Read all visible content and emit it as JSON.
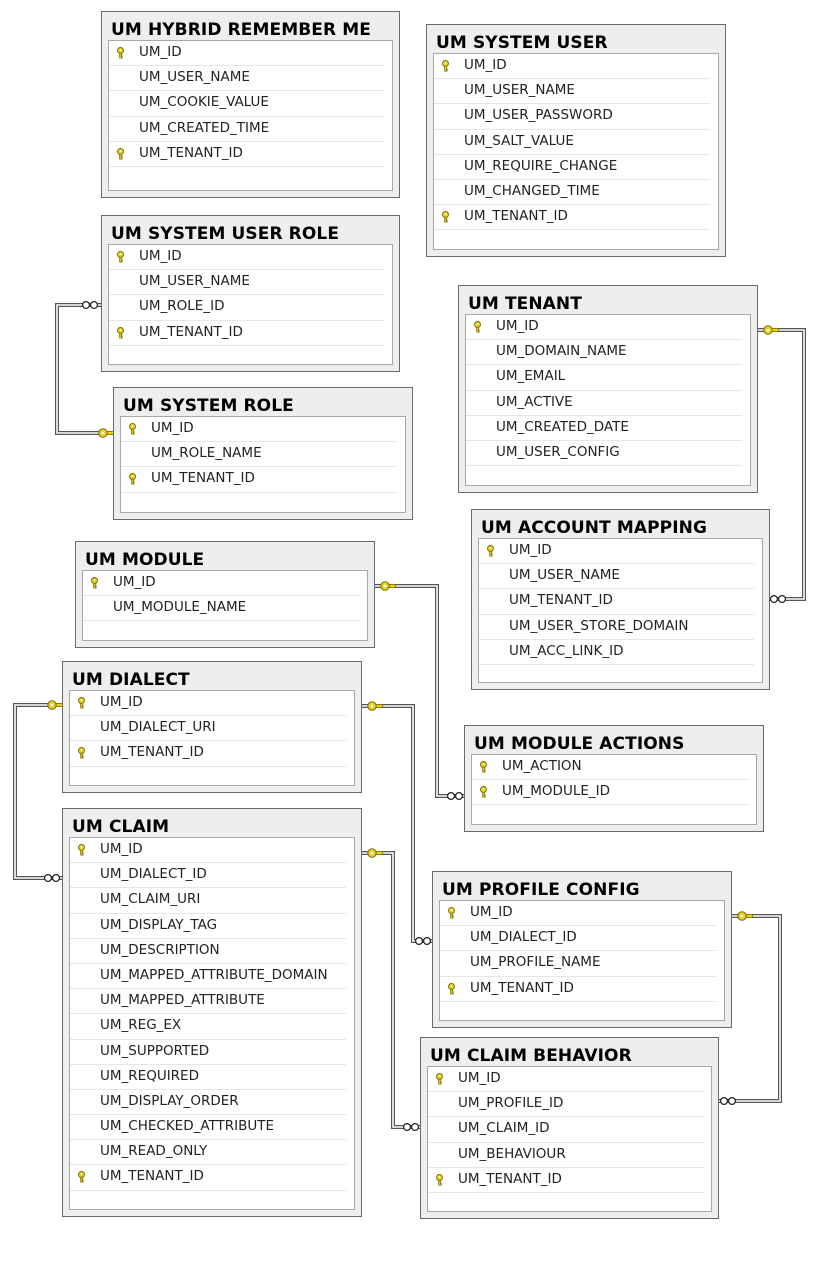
{
  "diagram": {
    "tables": [
      {
        "id": "hybrid",
        "name": "UM HYBRID REMEMBER ME",
        "columns": [
          {
            "name": "UM_ID",
            "pk": true
          },
          {
            "name": "UM_USER_NAME",
            "pk": false
          },
          {
            "name": "UM_COOKIE_VALUE",
            "pk": false
          },
          {
            "name": "UM_CREATED_TIME",
            "pk": false
          },
          {
            "name": "UM_TENANT_ID",
            "pk": true
          }
        ]
      },
      {
        "id": "sysuser",
        "name": "UM SYSTEM USER",
        "columns": [
          {
            "name": "UM_ID",
            "pk": true
          },
          {
            "name": "UM_USER_NAME",
            "pk": false
          },
          {
            "name": "UM_USER_PASSWORD",
            "pk": false
          },
          {
            "name": "UM_SALT_VALUE",
            "pk": false
          },
          {
            "name": "UM_REQUIRE_CHANGE",
            "pk": false
          },
          {
            "name": "UM_CHANGED_TIME",
            "pk": false
          },
          {
            "name": "UM_TENANT_ID",
            "pk": true
          }
        ]
      },
      {
        "id": "sysuserrole",
        "name": "UM SYSTEM USER ROLE",
        "columns": [
          {
            "name": "UM_ID",
            "pk": true
          },
          {
            "name": "UM_USER_NAME",
            "pk": false
          },
          {
            "name": "UM_ROLE_ID",
            "pk": false
          },
          {
            "name": "UM_TENANT_ID",
            "pk": true
          }
        ]
      },
      {
        "id": "tenant",
        "name": "UM TENANT",
        "columns": [
          {
            "name": "UM_ID",
            "pk": true
          },
          {
            "name": "UM_DOMAIN_NAME",
            "pk": false
          },
          {
            "name": "UM_EMAIL",
            "pk": false
          },
          {
            "name": "UM_ACTIVE",
            "pk": false
          },
          {
            "name": "UM_CREATED_DATE",
            "pk": false
          },
          {
            "name": "UM_USER_CONFIG",
            "pk": false
          }
        ]
      },
      {
        "id": "sysrole",
        "name": "UM SYSTEM ROLE",
        "columns": [
          {
            "name": "UM_ID",
            "pk": true
          },
          {
            "name": "UM_ROLE_NAME",
            "pk": false
          },
          {
            "name": "UM_TENANT_ID",
            "pk": true
          }
        ]
      },
      {
        "id": "accmap",
        "name": "UM ACCOUNT MAPPING",
        "columns": [
          {
            "name": "UM_ID",
            "pk": true
          },
          {
            "name": "UM_USER_NAME",
            "pk": false
          },
          {
            "name": "UM_TENANT_ID",
            "pk": false
          },
          {
            "name": "UM_USER_STORE_DOMAIN",
            "pk": false
          },
          {
            "name": "UM_ACC_LINK_ID",
            "pk": false
          }
        ]
      },
      {
        "id": "module",
        "name": "UM MODULE",
        "columns": [
          {
            "name": "UM_ID",
            "pk": true
          },
          {
            "name": "UM_MODULE_NAME",
            "pk": false
          }
        ]
      },
      {
        "id": "dialect",
        "name": "UM DIALECT",
        "columns": [
          {
            "name": "UM_ID",
            "pk": true
          },
          {
            "name": "UM_DIALECT_URI",
            "pk": false
          },
          {
            "name": "UM_TENANT_ID",
            "pk": true
          }
        ]
      },
      {
        "id": "modactions",
        "name": "UM MODULE ACTIONS",
        "columns": [
          {
            "name": "UM_ACTION",
            "pk": true
          },
          {
            "name": "UM_MODULE_ID",
            "pk": true
          }
        ]
      },
      {
        "id": "claim",
        "name": "UM CLAIM",
        "columns": [
          {
            "name": "UM_ID",
            "pk": true
          },
          {
            "name": "UM_DIALECT_ID",
            "pk": false
          },
          {
            "name": "UM_CLAIM_URI",
            "pk": false
          },
          {
            "name": "UM_DISPLAY_TAG",
            "pk": false
          },
          {
            "name": "UM_DESCRIPTION",
            "pk": false
          },
          {
            "name": "UM_MAPPED_ATTRIBUTE_DOMAIN",
            "pk": false
          },
          {
            "name": "UM_MAPPED_ATTRIBUTE",
            "pk": false
          },
          {
            "name": "UM_REG_EX",
            "pk": false
          },
          {
            "name": "UM_SUPPORTED",
            "pk": false
          },
          {
            "name": "UM_REQUIRED",
            "pk": false
          },
          {
            "name": "UM_DISPLAY_ORDER",
            "pk": false
          },
          {
            "name": "UM_CHECKED_ATTRIBUTE",
            "pk": false
          },
          {
            "name": "UM_READ_ONLY",
            "pk": false
          },
          {
            "name": "UM_TENANT_ID",
            "pk": true
          }
        ]
      },
      {
        "id": "profconf",
        "name": "UM PROFILE CONFIG",
        "columns": [
          {
            "name": "UM_ID",
            "pk": true
          },
          {
            "name": "UM_DIALECT_ID",
            "pk": false
          },
          {
            "name": "UM_PROFILE_NAME",
            "pk": false
          },
          {
            "name": "UM_TENANT_ID",
            "pk": true
          }
        ]
      },
      {
        "id": "claimbeh",
        "name": "UM CLAIM BEHAVIOR",
        "columns": [
          {
            "name": "UM_ID",
            "pk": true
          },
          {
            "name": "UM_PROFILE_ID",
            "pk": false
          },
          {
            "name": "UM_CLAIM_ID",
            "pk": false
          },
          {
            "name": "UM_BEHAVIOUR",
            "pk": false
          },
          {
            "name": "UM_TENANT_ID",
            "pk": true
          }
        ]
      }
    ],
    "relationships": [
      {
        "from": "sysuserrole",
        "to": "sysrole"
      },
      {
        "from": "accmap",
        "to": "tenant"
      },
      {
        "from": "modactions",
        "to": "module"
      },
      {
        "from": "claim",
        "to": "dialect"
      },
      {
        "from": "profconf",
        "to": "dialect"
      },
      {
        "from": "claimbeh",
        "to": "claim"
      },
      {
        "from": "claimbeh",
        "to": "profconf"
      }
    ],
    "colors": {
      "key": "#e6d21e",
      "key_outline": "#7a6a00",
      "line": "#555555",
      "header_bg": "#eeeeee"
    }
  }
}
